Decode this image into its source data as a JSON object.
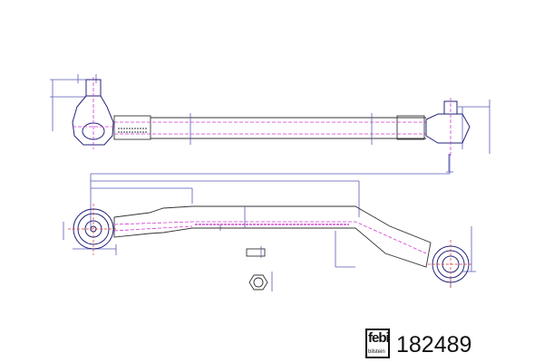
{
  "drawing": {
    "title": "Tie rod technical drawing",
    "part_number": "182489",
    "brand_logo": {
      "word": "febi",
      "sub": "bilstein"
    }
  },
  "colors": {
    "dimension": "#5a5ab8",
    "centerline": "#d03ad0",
    "outline": "#333333"
  }
}
